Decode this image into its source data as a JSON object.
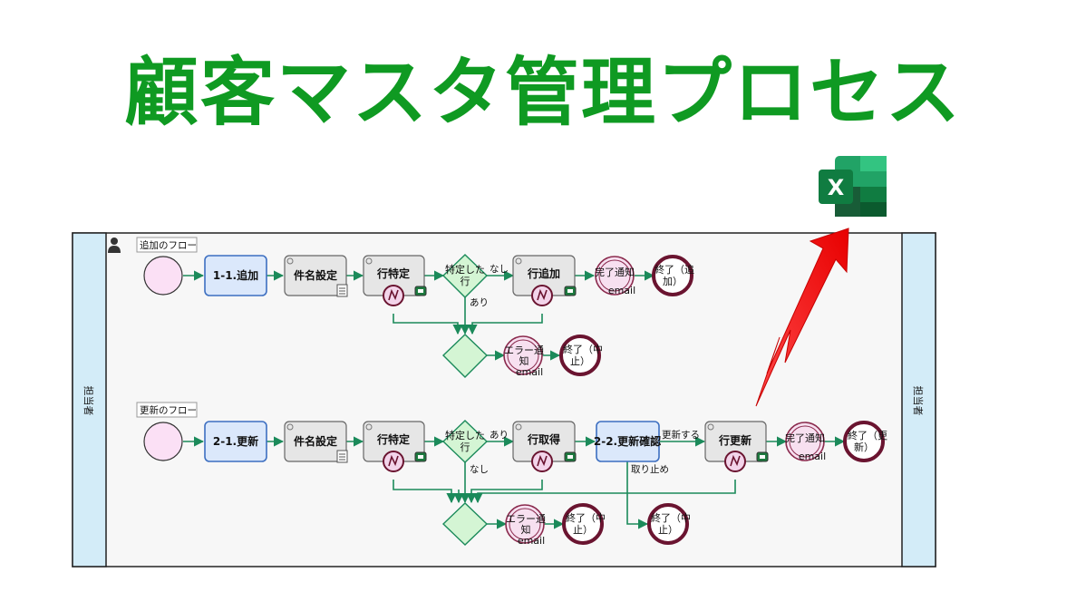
{
  "title": "顧客マスタ管理プロセス",
  "lane": {
    "left_label": "担当者",
    "right_label": "担当者"
  },
  "excel_icon": {
    "name": "excel-icon",
    "letter": "X"
  },
  "flows": {
    "add": {
      "label": "追加のフロー",
      "task1": "1-1.追加",
      "subject": "件名設定",
      "find": "行特定",
      "gw_line1": "特定した",
      "gw_line2": "行",
      "gw_none": "なし",
      "gw_exists": "あり",
      "add_row": "行追加",
      "notify": "完了通知",
      "notify_sub": "email",
      "end_line1": "終了（追",
      "end_line2": "加）",
      "err_line1": "エラー通",
      "err_line2": "知",
      "err_sub": "email",
      "abort_line1": "終了（中",
      "abort_line2": "止）"
    },
    "update": {
      "label": "更新のフロー",
      "task1": "2-1.更新",
      "subject": "件名設定",
      "find": "行特定",
      "gw_line1": "特定した",
      "gw_line2": "行",
      "gw_exists": "あり",
      "gw_none": "なし",
      "get_row": "行取得",
      "confirm": "2-2.更新確認",
      "do_update": "更新する",
      "cancel": "取り止め",
      "update_row": "行更新",
      "notify": "完了通知",
      "notify_sub": "email",
      "end_line1": "終了（更",
      "end_line2": "新）",
      "err_line1": "エラー通",
      "err_line2": "知",
      "err_sub": "email",
      "abort_line1": "終了（中",
      "abort_line2": "止）",
      "abort2_line1": "終了（中",
      "abort2_line2": "止）"
    }
  },
  "colors": {
    "title": "#0f9a22",
    "flow_line": "#1b8a5a",
    "human_task": "#dbe8fb",
    "human_task_border": "#3d6fc1",
    "auto_task": "#e6e6e6",
    "gateway": "#d4f5d4",
    "start": "#fbe0f5",
    "end_border": "#6a1430",
    "lane": "#d3ecf8",
    "arrow": "#ff1a1a"
  }
}
